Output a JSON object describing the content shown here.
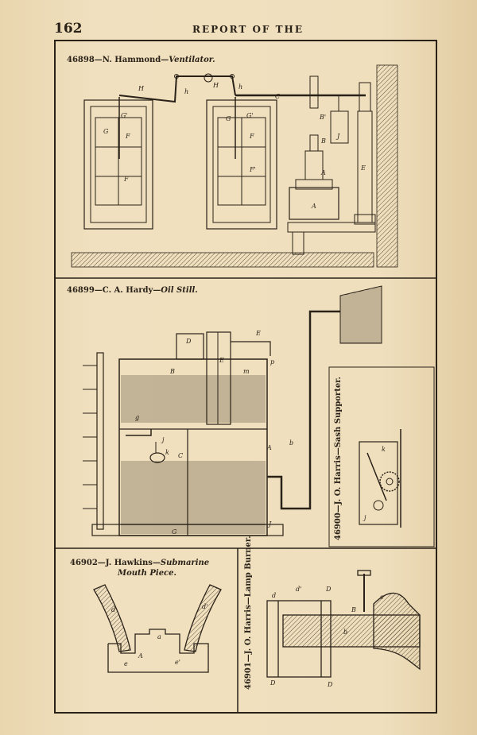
{
  "header": {
    "page_number": "162",
    "running_title": "REPORT OF THE"
  },
  "patents": [
    {
      "number": "46898",
      "inventor": "N. Hammond",
      "title": "Ventilator."
    },
    {
      "number": "46899",
      "inventor": "C. A. Hardy",
      "title": "Oil Still."
    },
    {
      "number": "46900",
      "inventor": "J. O. Harris",
      "title": "Sash Supporter."
    },
    {
      "number": "46902",
      "inventor": "J. Hawkins",
      "title": "Submarine",
      "title2": "Mouth Piece."
    },
    {
      "number": "46901",
      "inventor": "J. O. Harris",
      "title": "Lamp Burner."
    }
  ],
  "letters": {
    "vent": [
      "H",
      "H",
      "h",
      "h",
      "C",
      "B'",
      "B",
      "J",
      "A",
      "A",
      "E",
      "G",
      "G'",
      "F",
      "F",
      "F",
      "F'",
      "G",
      "G'"
    ],
    "still": [
      "D",
      "E",
      "E",
      "B",
      "m",
      "p",
      "g",
      "j",
      "k",
      "C",
      "A",
      "b",
      "J",
      "G"
    ],
    "sash": [
      "k",
      "j"
    ],
    "mouth": [
      "d",
      "d'",
      "a",
      "A",
      "e",
      "e'"
    ],
    "burner": [
      "d",
      "d'",
      "D",
      "D",
      "b",
      "c",
      "B",
      "D"
    ]
  }
}
